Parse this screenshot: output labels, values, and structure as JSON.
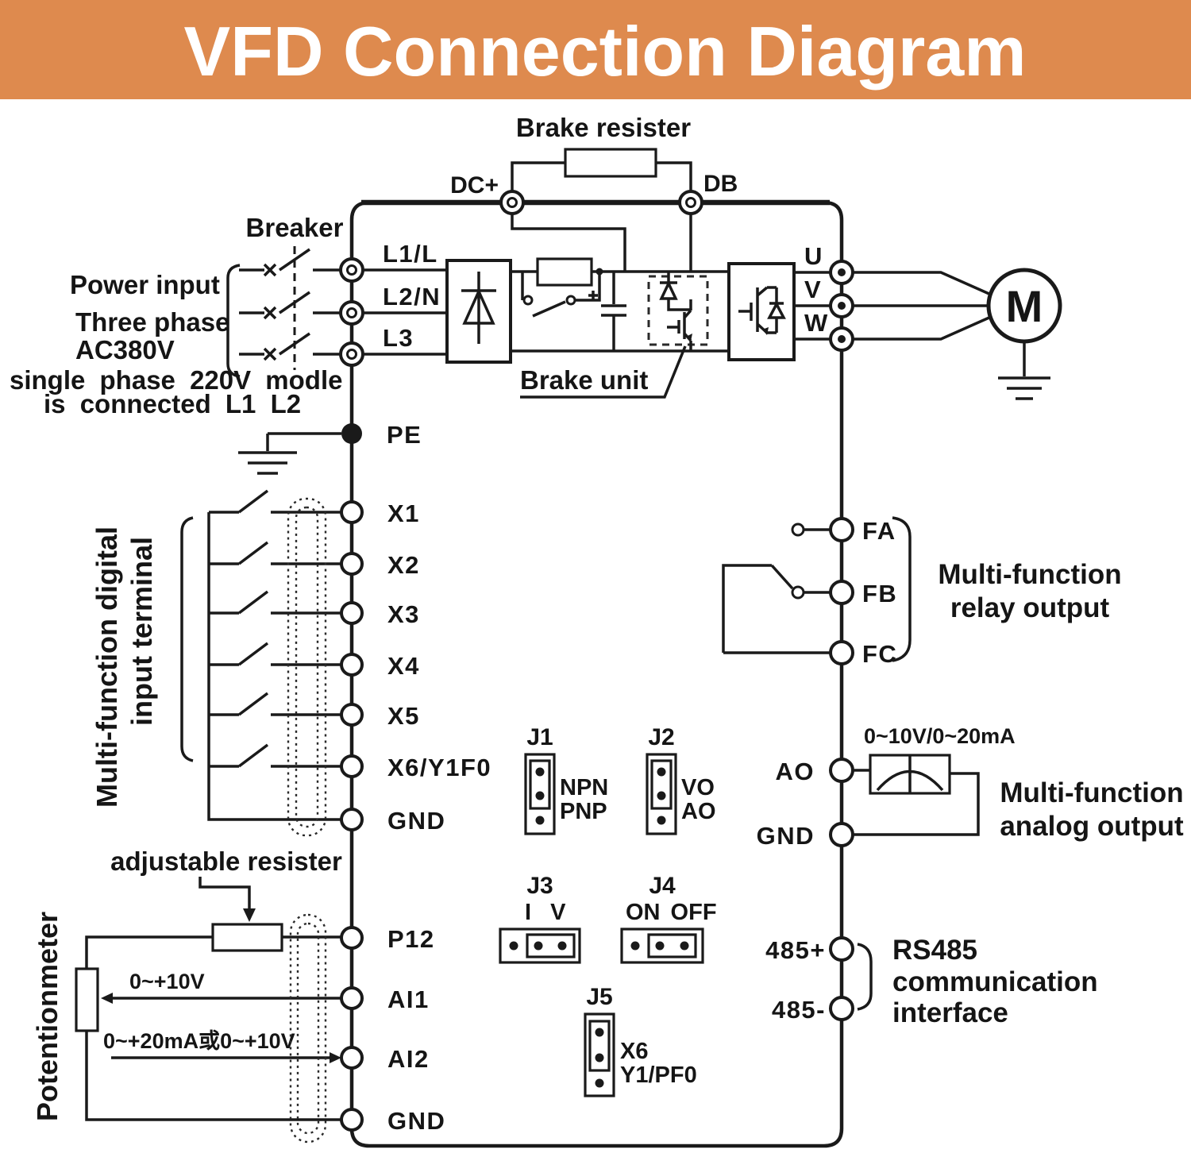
{
  "header": {
    "title": "VFD Connection Diagram"
  },
  "colors": {
    "banner": "#DE8A4E",
    "ink": "#1a1a1a"
  },
  "top": {
    "brake_resistor": "Brake resister",
    "dc_plus": "DC+",
    "db": "DB",
    "breaker": "Breaker",
    "brake_unit": "Brake unit"
  },
  "power": {
    "line1": "Power input",
    "line2": "Three phase",
    "line3": "AC380V",
    "note1": "single phase 220V modle",
    "note2": "is connected L1 L2",
    "l1": "L1/L",
    "l2": "L2/N",
    "l3": "L3",
    "pe": "PE"
  },
  "motor": {
    "u": "U",
    "v": "V",
    "w": "W",
    "m": "M"
  },
  "digital": {
    "caption1": "Multi-function digital",
    "caption2": "input terminal",
    "x1": "X1",
    "x2": "X2",
    "x3": "X3",
    "x4": "X4",
    "x5": "X5",
    "x6": "X6/Y1F0",
    "gnd": "GND"
  },
  "analog_in": {
    "adjustable": "adjustable resister",
    "potentiometer": "Potentionmeter",
    "ai1_range": "0~+10V",
    "ai2_range": "0~+20mA或0~+10V",
    "p12": "P12",
    "ai1": "AI1",
    "ai2": "AI2",
    "gnd": "GND"
  },
  "jumpers": {
    "j1": "J1",
    "j1_top": "NPN",
    "j1_bottom": "PNP",
    "j2": "J2",
    "j2_top": "VO",
    "j2_bottom": "AO",
    "j3": "J3",
    "j3_options": "I V",
    "j4": "J4",
    "j4_options": "ON OFF",
    "j5": "J5",
    "j5_top": "X6",
    "j5_bottom": "Y1/PF0"
  },
  "relay": {
    "fa": "FA",
    "fb": "FB",
    "fc": "FC",
    "caption1": "Multi-function",
    "caption2": "relay output"
  },
  "analog_out": {
    "ao": "AO",
    "gnd": "GND",
    "range": "0~10V/0~20mA",
    "caption1": "Multi-function",
    "caption2": "analog output"
  },
  "rs485": {
    "plus": "485+",
    "minus": "485-",
    "caption1": "RS485",
    "caption2": "communication",
    "caption3": "interface"
  }
}
